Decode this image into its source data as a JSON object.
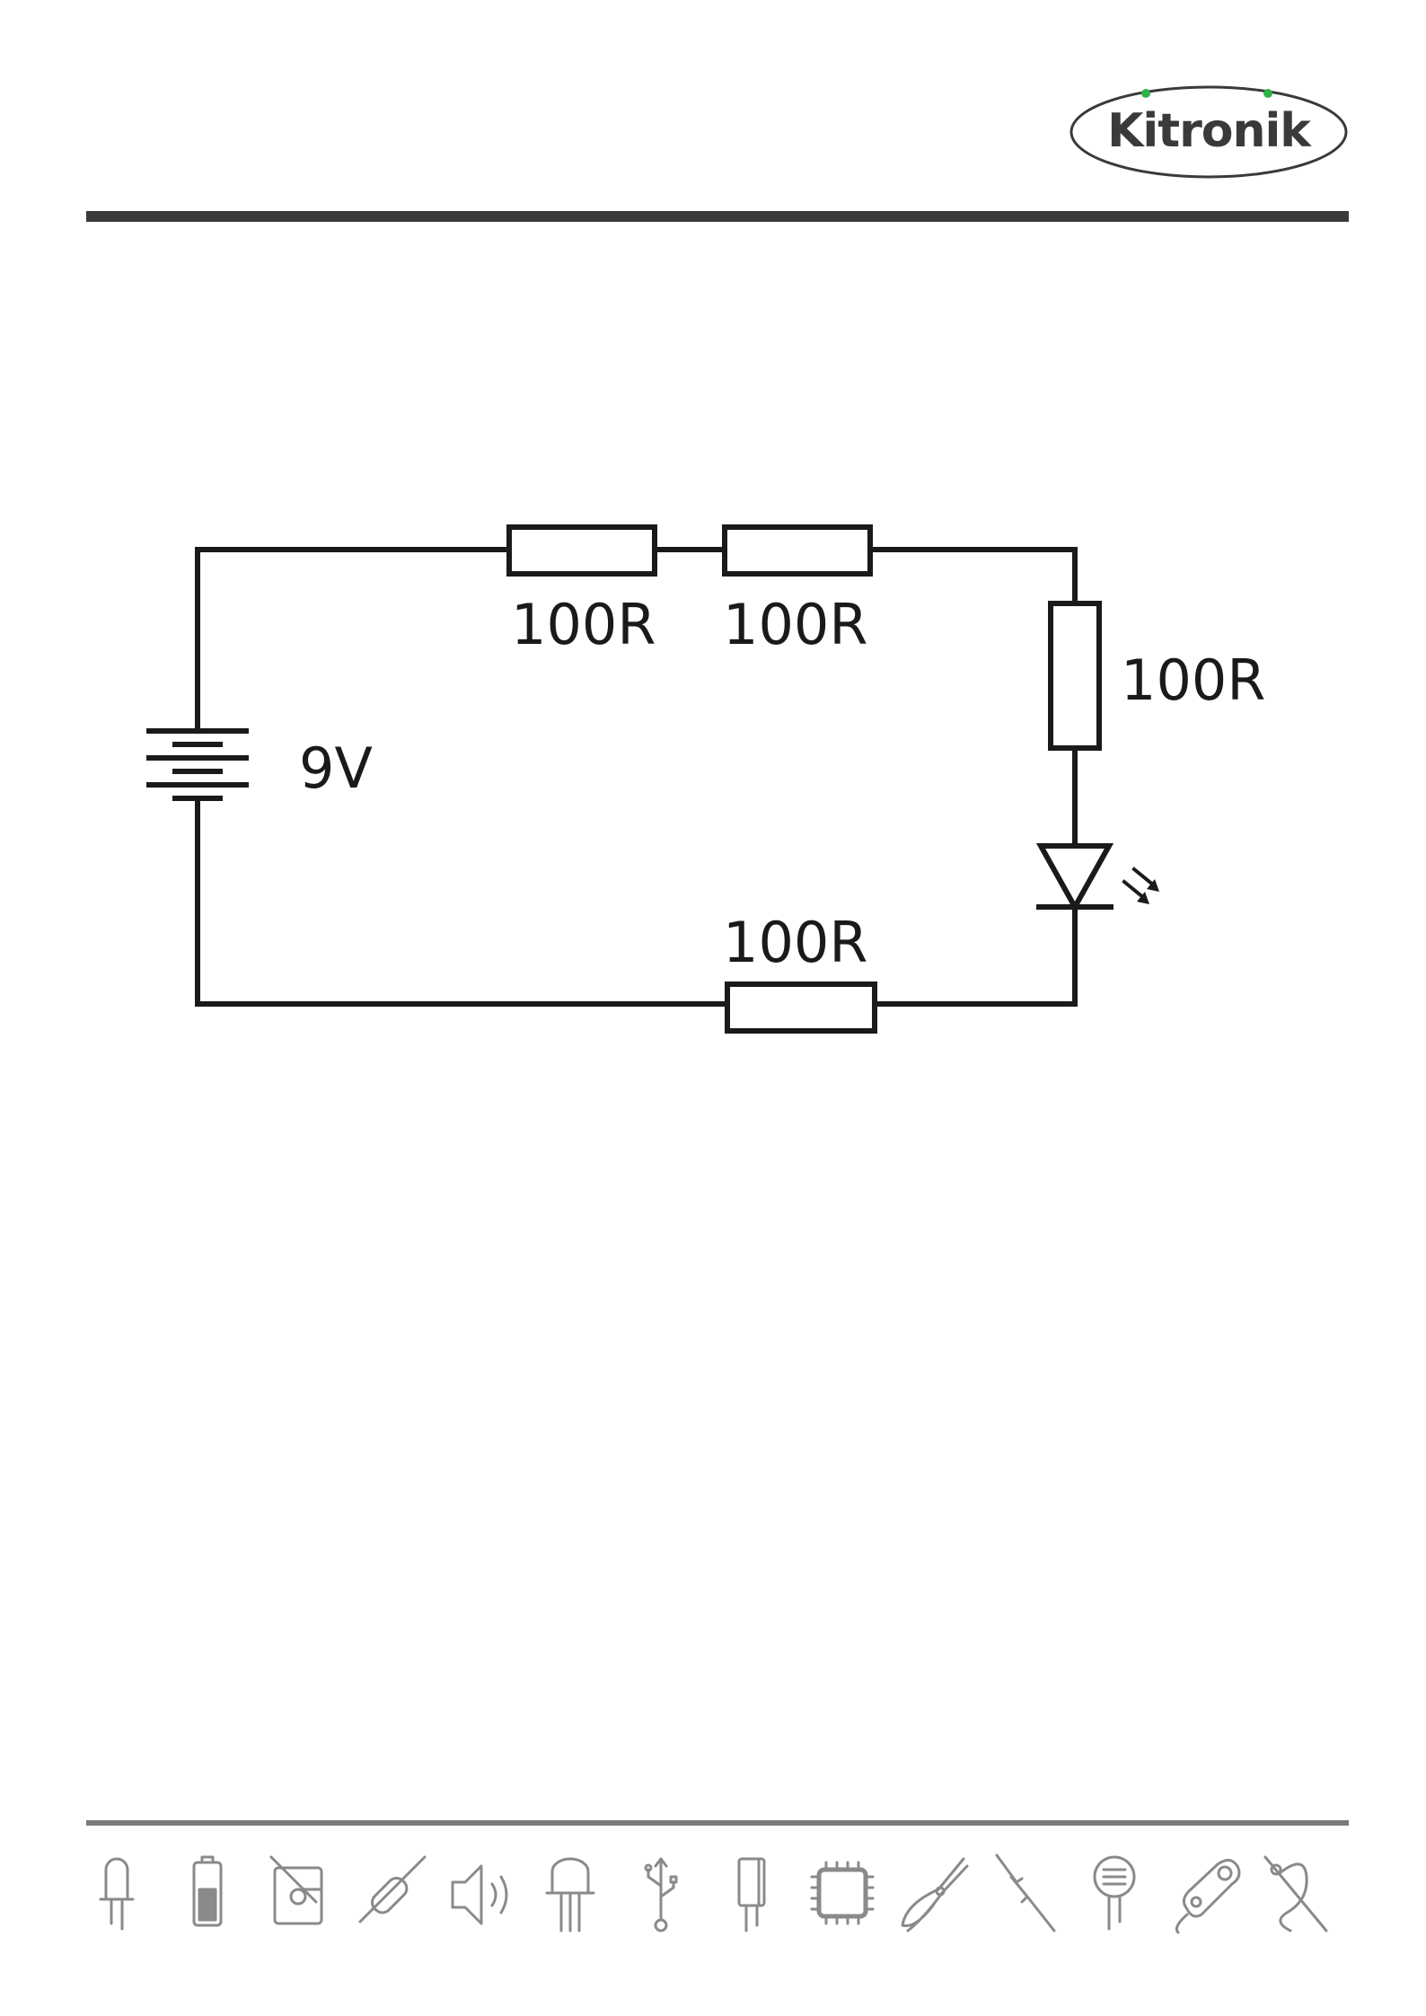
{
  "brand": {
    "name": "Kitronik",
    "dot_color": "#2bb34a",
    "rule_color": "#3a3a3a"
  },
  "circuit": {
    "battery": {
      "label": "9V"
    },
    "resistors": [
      {
        "id": "r1",
        "label": "100R"
      },
      {
        "id": "r2",
        "label": "100R"
      },
      {
        "id": "r3",
        "label": "100R"
      },
      {
        "id": "r4",
        "label": "100R"
      }
    ],
    "led": {
      "icon": "led-symbol"
    }
  },
  "footer_icons": [
    "led-icon",
    "battery-icon",
    "clipboard-icon",
    "resistor-icon",
    "speaker-icon",
    "transistor-icon",
    "usb-icon",
    "capacitor-icon",
    "chip-icon",
    "pliers-icon",
    "soldering-iron-icon",
    "ldr-icon",
    "sensor-board-icon",
    "needle-thread-icon"
  ]
}
